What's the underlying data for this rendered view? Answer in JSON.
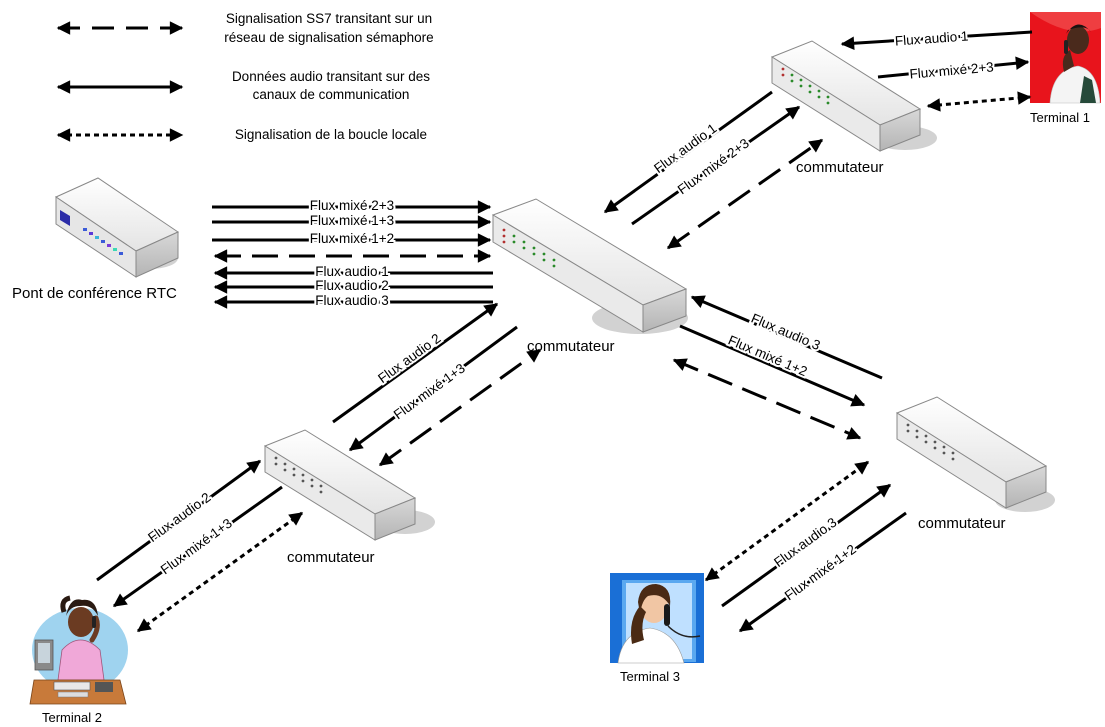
{
  "legend": [
    {
      "style": "dashed",
      "line1": "Signalisation SS7 transitant sur un",
      "line2": "réseau de signalisation sémaphore"
    },
    {
      "style": "solid",
      "line1": "Données audio transitant sur des",
      "line2": "canaux de communication"
    },
    {
      "style": "dotted",
      "line1": "Signalisation de la boucle locale",
      "line2": ""
    }
  ],
  "nodes": {
    "bridge_label": "Pont de conférence RTC",
    "switch_center_label": "commutateur",
    "switch_t1_label": "commutateur",
    "switch_t2_label": "commutateur",
    "switch_t3_label": "commutateur",
    "terminal1_label": "Terminal 1",
    "terminal2_label": "Terminal 2",
    "terminal3_label": "Terminal 3"
  },
  "links": {
    "bridge_center": {
      "mix23": "Flux mixé 2+3",
      "mix13": "Flux mixé 1+3",
      "mix12": "Flux mixé 1+2",
      "audio1": "Flux audio 1",
      "audio2": "Flux audio 2",
      "audio3": "Flux audio 3"
    },
    "t1_switch": {
      "audio": "Flux audio 1",
      "mix": "Flux mixé 2+3"
    },
    "switch1_center": {
      "audio": "Flux audio 1",
      "mix": "Flux mixé 2+3"
    },
    "t2_switch": {
      "audio": "Flux audio 2",
      "mix": "Flux mixé 1+3"
    },
    "switch2_center": {
      "audio": "Flux audio 2",
      "mix": "Flux mixé 1+3"
    },
    "switch3_center": {
      "audio": "Flux audio 3",
      "mix": "Flux mixé 1+2"
    },
    "t3_switch": {
      "audio": "Flux audio 3",
      "mix": "Flux mixé 1+2"
    }
  },
  "colors": {
    "terminal1_bg": "#e8141c",
    "terminal3_bg": "#1a6fd6",
    "terminal2_bg": "#9fd3ef",
    "device_body": "#eeeeee"
  }
}
